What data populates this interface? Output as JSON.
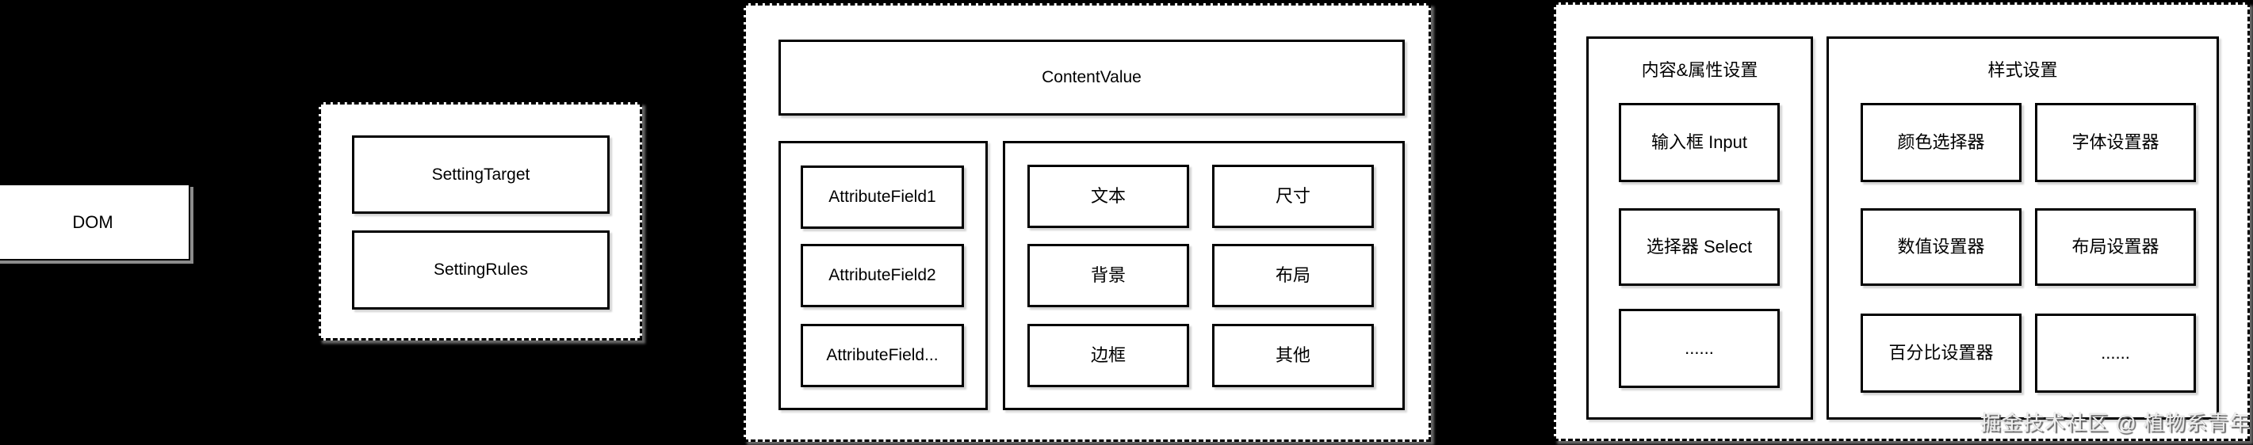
{
  "dom": {
    "label": "DOM"
  },
  "setting": {
    "target_label": "SettingTarget",
    "rules_label": "SettingRules"
  },
  "content": {
    "header": "ContentValue",
    "attribute_fields": [
      "AttributeField1",
      "AttributeField2",
      "AttributeField..."
    ],
    "categories": [
      "文本",
      "尺寸",
      "背景",
      "布局",
      "边框",
      "其他"
    ]
  },
  "panel": {
    "content_attr": {
      "title": "内容&属性设置",
      "items": [
        "输入框 Input",
        "选择器 Select",
        "......"
      ]
    },
    "style": {
      "title": "样式设置",
      "items": [
        "颜色选择器",
        "字体设置器",
        "数值设置器",
        "布局设置器",
        "百分比设置器",
        "......"
      ]
    }
  },
  "watermark": "掘金技术社区 @ 植物系青年",
  "colors": {
    "background": "#000000",
    "box_fill": "#ffffff",
    "line": "#000000",
    "group_shadow": "#a0a0a0",
    "dom_shadow": "#8c8c8c",
    "watermark_text": "#efefef"
  }
}
